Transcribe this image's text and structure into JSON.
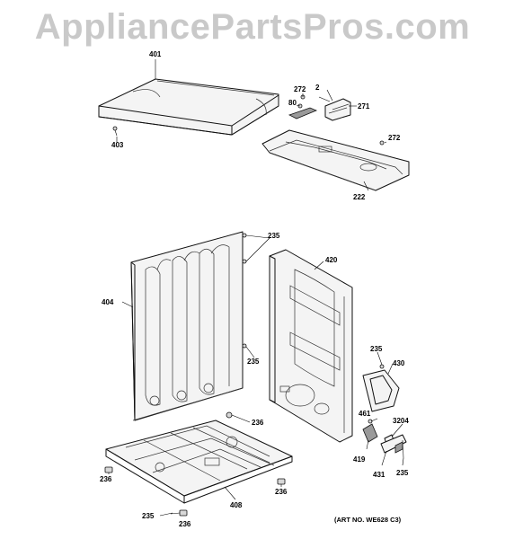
{
  "watermark": "AppliancePartsPros.com",
  "art_number": "(ART NO. WE628 C3)",
  "callouts": {
    "c401": "401",
    "c403": "403",
    "c272a": "272",
    "c2": "2",
    "c80": "80",
    "c271": "271",
    "c272b": "272",
    "c222": "222",
    "c235a": "235",
    "c404": "404",
    "c420": "420",
    "c235b": "235",
    "c235c": "235",
    "c430": "430",
    "c236a": "236",
    "c461": "461",
    "c3204": "3204",
    "c419": "419",
    "c431": "431",
    "c235d": "235",
    "c236b": "236",
    "c236c": "236",
    "c408": "408",
    "c235e": "235",
    "c236d": "236"
  }
}
